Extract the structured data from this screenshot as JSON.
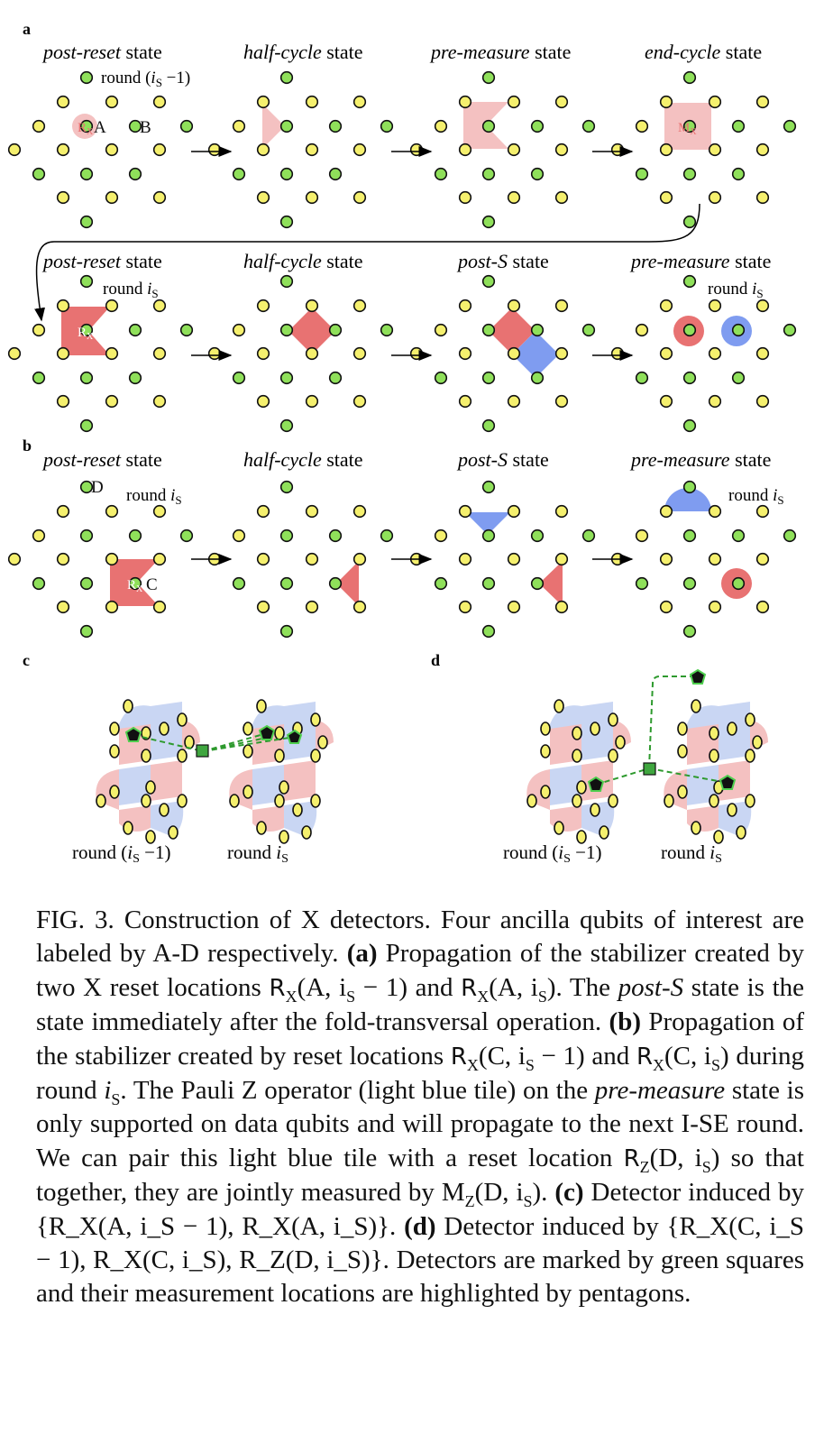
{
  "panels": {
    "a": "a",
    "b": "b",
    "c": "c",
    "d": "d"
  },
  "state_labels": {
    "post_reset": "post-reset",
    "half_cycle": "half-cycle",
    "pre_measure": "pre-measure",
    "end_cycle": "end-cycle",
    "post_s": "post-S",
    "state_word": "state"
  },
  "round_labels": {
    "prev_round": "round (i_S − 1)",
    "cur_round": "round i_S",
    "round_word": "round",
    "i": "i",
    "sub_s": "S",
    "minus_one": "−1"
  },
  "qubit_labels": {
    "A": "A",
    "B": "B",
    "C": "C",
    "D": "D"
  },
  "operator_labels": {
    "rx": "R",
    "mx": "M",
    "mz": "M",
    "sub_x": "X",
    "sub_z": "Z"
  },
  "colors": {
    "data_qubit": "#f5f06e",
    "ancilla_qubit": "#8fe05a",
    "x_tile_light": "#f4c1c1",
    "x_tile_dark": "#e87272",
    "z_tile_light": "#c9d6f3",
    "z_tile_dark": "#7f9cf0",
    "detector": "#3fa63f"
  },
  "caption": {
    "fig_label": "FIG. 3.",
    "title": "Construction of X detectors.",
    "intro": "Four ancilla qubits of interest are labeled by A-D respectively.",
    "a_label": "(a)",
    "a_text_1": "Propagation of the stabilizer created by two X reset locations",
    "a_loc_1": "R",
    "a_loc_1_sub": "X",
    "a_loc_1_args": "(A, i",
    "a_loc_1_args_sub": "S",
    "a_loc_1_tail": " − 1)",
    "a_and": "and",
    "a_loc_2": "R",
    "a_loc_2_sub": "X",
    "a_loc_2_args": "(A, i",
    "a_loc_2_args_sub": "S",
    "a_loc_2_tail": ").",
    "a_text_2a": "The",
    "a_text_2_em": "post-S",
    "a_text_2b": "state is the state immediately after the fold-transversal operation.",
    "b_label": "(b)",
    "b_text_1": "Propagation of the stabilizer created by reset locations",
    "b_loc_1": "R",
    "b_loc_1_sub": "X",
    "b_loc_1_args": "(C, i",
    "b_loc_1_args_sub": "S",
    "b_loc_1_tail": " − 1)",
    "b_and": "and",
    "b_loc_2": "R",
    "b_loc_2_sub": "X",
    "b_loc_2_args": "(C, i",
    "b_loc_2_args_sub": "S",
    "b_loc_2_tail": ")",
    "b_text_2": "during round",
    "b_round": "i",
    "b_round_sub": "S",
    "b_text_3": ". The Pauli Z operator (light blue tile) on the",
    "b_text_3_em": "pre-measure",
    "b_text_4": "state is only supported on data qubits and will propagate to the next I-SE round. We can pair this light blue tile with a reset location",
    "b_loc_3": "R",
    "b_loc_3_sub": "Z",
    "b_loc_3_args": "(D, i",
    "b_loc_3_args_sub": "S",
    "b_loc_3_tail": ")",
    "b_text_5": "so that together, they are jointly measured by M",
    "b_meas_sub": "Z",
    "b_meas_args": "(D, i",
    "b_meas_args_sub": "S",
    "b_meas_tail": ").",
    "c_label": "(c)",
    "c_text": "Detector induced by",
    "c_set": "{R_X(A, i_S − 1), R_X(A, i_S)}.",
    "d_label": "(d)",
    "d_text": "Detector induced by",
    "d_set": "{R_X(C, i_S − 1), R_X(C, i_S), R_Z(D, i_S)}.",
    "closing": "Detectors are marked by green squares and their measurement locations are highlighted by pentagons."
  }
}
